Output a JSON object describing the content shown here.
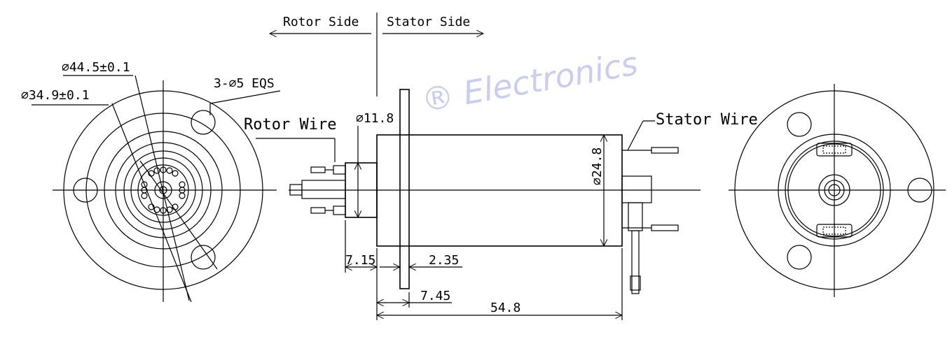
{
  "labels": {
    "rotor_side": "Rotor Side",
    "stator_side": "Stator Side",
    "dia_outer": "∅44.5±0.1",
    "dia_inner": "∅34.9±0.1",
    "holes": "3-∅5 EQS",
    "rotor_wire": "Rotor Wire",
    "stator_wire": "Stator Wire",
    "dia_hub": "∅11.8",
    "dia_body": "∅24.8",
    "dim_715": "7.15",
    "dim_235": "2.35",
    "dim_745": "7.45",
    "dim_548": "54.8"
  },
  "watermark": "® Electronics",
  "colors": {
    "line": "#000000",
    "watermark": "#c9cdf2"
  }
}
